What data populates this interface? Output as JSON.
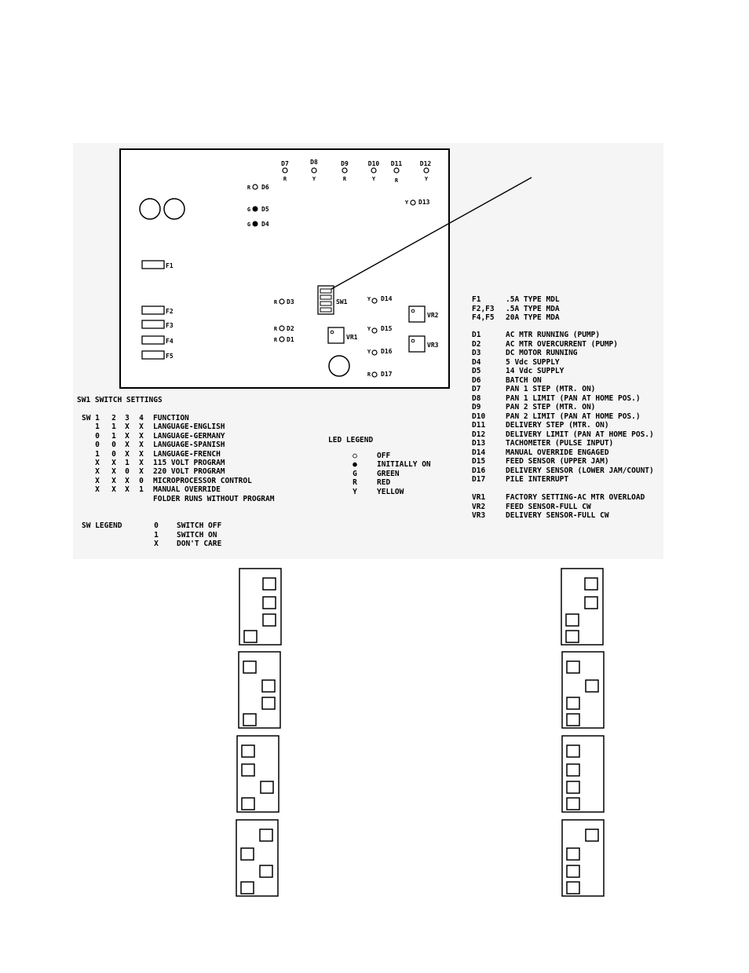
{
  "board": {
    "leds_top": [
      {
        "id": "D7",
        "color": "R"
      },
      {
        "id": "D8",
        "color": "Y"
      },
      {
        "id": "D9",
        "color": "R"
      },
      {
        "id": "D10",
        "color": "Y"
      },
      {
        "id": "D11",
        "color": "R"
      },
      {
        "id": "D12",
        "color": "Y"
      }
    ],
    "leds_side": [
      {
        "id": "D6",
        "color": "R",
        "state": "off"
      },
      {
        "id": "D5",
        "color": "G",
        "state": "on"
      },
      {
        "id": "D4",
        "color": "G",
        "state": "on"
      },
      {
        "id": "D13",
        "color": "Y",
        "state": "off"
      },
      {
        "id": "D3",
        "color": "R",
        "state": "off"
      },
      {
        "id": "D2",
        "color": "R",
        "state": "off"
      },
      {
        "id": "D1",
        "color": "R",
        "state": "off"
      },
      {
        "id": "D14",
        "color": "Y",
        "state": "off"
      },
      {
        "id": "D15",
        "color": "Y",
        "state": "off"
      },
      {
        "id": "D16",
        "color": "Y",
        "state": "off"
      },
      {
        "id": "D17",
        "color": "R",
        "state": "off"
      }
    ],
    "fuses": [
      "F1",
      "F2",
      "F3",
      "F4",
      "F5"
    ],
    "switch_label": "SW1",
    "pots": [
      "VR1",
      "VR2",
      "VR3"
    ]
  },
  "legend_components": [
    {
      "code": "F1",
      "desc": ".5A  TYPE MDL"
    },
    {
      "code": "F2,F3",
      "desc": ".5A  TYPE MDA"
    },
    {
      "code": "F4,F5",
      "desc": "20A  TYPE MDA"
    },
    {
      "code": "D1",
      "desc": "AC MTR RUNNING (PUMP)"
    },
    {
      "code": "D2",
      "desc": "AC MTR OVERCURRENT (PUMP)"
    },
    {
      "code": "D3",
      "desc": "DC MOTOR RUNNING"
    },
    {
      "code": "D4",
      "desc": "5 Vdc SUPPLY"
    },
    {
      "code": "D5",
      "desc": "14 Vdc SUPPLY"
    },
    {
      "code": "D6",
      "desc": "BATCH ON"
    },
    {
      "code": "D7",
      "desc": "PAN 1 STEP (MTR. ON)"
    },
    {
      "code": "D8",
      "desc": "PAN 1 LIMIT (PAN AT HOME POS.)"
    },
    {
      "code": "D9",
      "desc": "PAN 2 STEP (MTR. ON)"
    },
    {
      "code": "D10",
      "desc": "PAN 2 LIMIT (PAN AT HOME POS.)"
    },
    {
      "code": "D11",
      "desc": "DELIVERY STEP (MTR. ON)"
    },
    {
      "code": "D12",
      "desc": "DELIVERY LIMIT (PAN AT HOME POS.)"
    },
    {
      "code": "D13",
      "desc": "TACHOMETER (PULSE INPUT)"
    },
    {
      "code": "D14",
      "desc": "MANUAL OVERRIDE ENGAGED"
    },
    {
      "code": "D15",
      "desc": "FEED SENSOR (UPPER JAM)"
    },
    {
      "code": "D16",
      "desc": "DELIVERY SENSOR (LOWER JAM/COUNT)"
    },
    {
      "code": "D17",
      "desc": "PILE INTERRUPT"
    },
    {
      "code": "VR1",
      "desc": "FACTORY SETTING-AC MTR OVERLOAD"
    },
    {
      "code": "VR2",
      "desc": "FEED SENSOR-FULL CW"
    },
    {
      "code": "VR3",
      "desc": "DELIVERY SENSOR-FULL CW"
    }
  ],
  "sw_settings": {
    "title": "SW1 SWITCH SETTINGS",
    "header": {
      "sw": "SW",
      "cols": [
        "1",
        "2",
        "3",
        "4"
      ],
      "function": "FUNCTION"
    },
    "rows": [
      {
        "v": [
          "1",
          "1",
          "X",
          "X"
        ],
        "f": "LANGUAGE-ENGLISH"
      },
      {
        "v": [
          "0",
          "1",
          "X",
          "X"
        ],
        "f": "LANGUAGE-GERMANY"
      },
      {
        "v": [
          "0",
          "0",
          "X",
          "X"
        ],
        "f": "LANGUAGE-SPANISH"
      },
      {
        "v": [
          "1",
          "0",
          "X",
          "X"
        ],
        "f": "LANGUAGE-FRENCH"
      },
      {
        "v": [
          "X",
          "X",
          "1",
          "X"
        ],
        "f": "115 VOLT PROGRAM"
      },
      {
        "v": [
          "X",
          "X",
          "0",
          "X"
        ],
        "f": "220 VOLT PROGRAM"
      },
      {
        "v": [
          "X",
          "X",
          "X",
          "0"
        ],
        "f": "MICROPROCESSOR CONTROL"
      },
      {
        "v": [
          "X",
          "X",
          "X",
          "1"
        ],
        "f": "MANUAL OVERRIDE"
      }
    ],
    "footnote": "FOLDER RUNS WITHOUT PROGRAM"
  },
  "led_legend": {
    "title": "LED LEGEND",
    "items": [
      {
        "sym": "○",
        "text": "OFF"
      },
      {
        "sym": "●",
        "text": "INITIALLY ON"
      },
      {
        "sym": "G",
        "text": "GREEN"
      },
      {
        "sym": "R",
        "text": "RED"
      },
      {
        "sym": "Y",
        "text": "YELLOW"
      }
    ]
  },
  "sw_legend": {
    "title": "SW LEGEND",
    "items": [
      {
        "sym": "0",
        "text": "SWITCH OFF"
      },
      {
        "sym": "1",
        "text": "SWITCH ON"
      },
      {
        "sym": "X",
        "text": "DON'T CARE"
      }
    ]
  },
  "switch_diagrams": [
    {
      "positions": [
        "R",
        "R",
        "R",
        "L"
      ]
    },
    {
      "positions": [
        "R",
        "R",
        "L",
        "L"
      ]
    },
    {
      "positions": [
        "L",
        "R",
        "R",
        "L"
      ]
    },
    {
      "positions": [
        "L",
        "R",
        "L",
        "L"
      ]
    },
    {
      "positions": [
        "L",
        "L",
        "R",
        "L"
      ]
    },
    {
      "positions": [
        "L",
        "L",
        "L",
        "L"
      ]
    },
    {
      "positions": [
        "R",
        "L",
        "R",
        "L"
      ]
    },
    {
      "positions": [
        "R",
        "L",
        "L",
        "L"
      ]
    }
  ]
}
